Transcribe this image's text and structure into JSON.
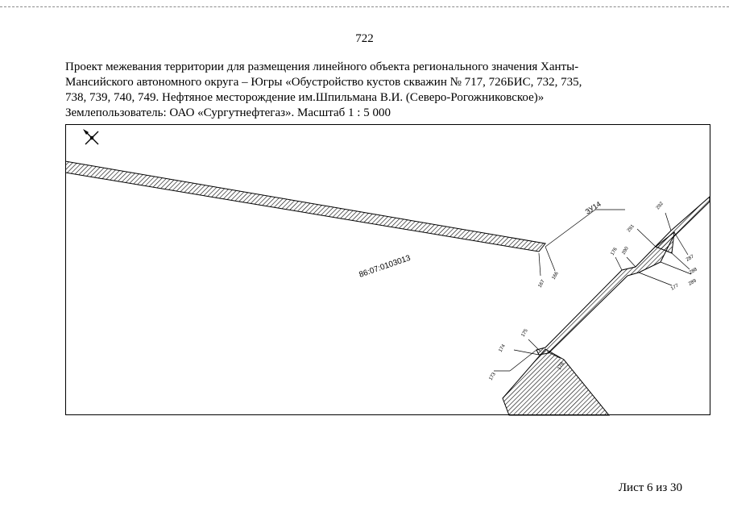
{
  "page_number": "722",
  "heading": {
    "line1": "Проект межевания территории для размещения линейного объекта регионального значения Ханты-",
    "line2": "Мансийского автономного округа – Югры «Обустройство кустов скважин № 717, 726БИС, 732, 735,",
    "line3": "738, 739, 740, 749. Нефтяное месторождение им.Шпильмана В.И. (Северо-Рогожниковское)»",
    "line4": "Землепользователь: ОАО «Сургутнефтегаз». Масштаб 1 : 5 000"
  },
  "drawing": {
    "north_arrow_icon": "north-arrow-icon",
    "cadastral_number": "86:07:0103013",
    "parcel_label": "ЗУ14",
    "points": {
      "p166": "166",
      "p167": "167",
      "p173": "173",
      "p174": "174",
      "p175": "175",
      "p176": "176",
      "p177": "177",
      "p178": "178",
      "p287": "287",
      "p288": "288",
      "p289": "289",
      "p290": "290",
      "p291": "291",
      "p292": "292"
    }
  },
  "footer": {
    "sheet_label": "Лист 6 из 30"
  }
}
